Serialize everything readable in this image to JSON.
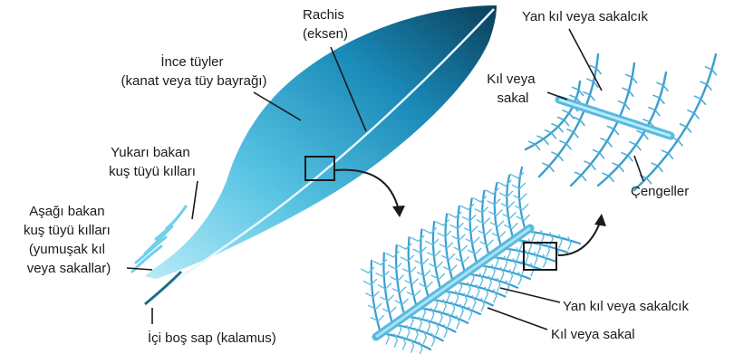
{
  "feather_labels": {
    "rachis": [
      "Rachis",
      "(eksen)"
    ],
    "vane": [
      "İnce tüyler",
      "(kanat veya tüy bayrağı)"
    ],
    "upper_barbs": [
      "Yukarı bakan",
      "kuş tüyü kılları"
    ],
    "lower_barbs": [
      "Aşağı bakan",
      "kuş tüyü kılları",
      "(yumuşak kıl",
      "veya sakallar)"
    ],
    "calamus": "İçi boş sap (kalamus)"
  },
  "detail_labels": {
    "barbule_mid": "Yan kıl veya sakalcık",
    "barb_mid": "Kıl veya sakal"
  },
  "closeup_labels": {
    "barbule_top": "Yan kıl veya sakalcık",
    "barb_top": [
      "Kıl veya",
      "sakal"
    ],
    "hooks": "Çengeller"
  },
  "colors": {
    "feather_light": "#8fd9ee",
    "feather_mid": "#3fb0d4",
    "feather_dark": "#0f6f96",
    "feather_darkest": "#0b3f5a",
    "barb": "#3a9fcf",
    "barb_light": "#7ccbea"
  }
}
